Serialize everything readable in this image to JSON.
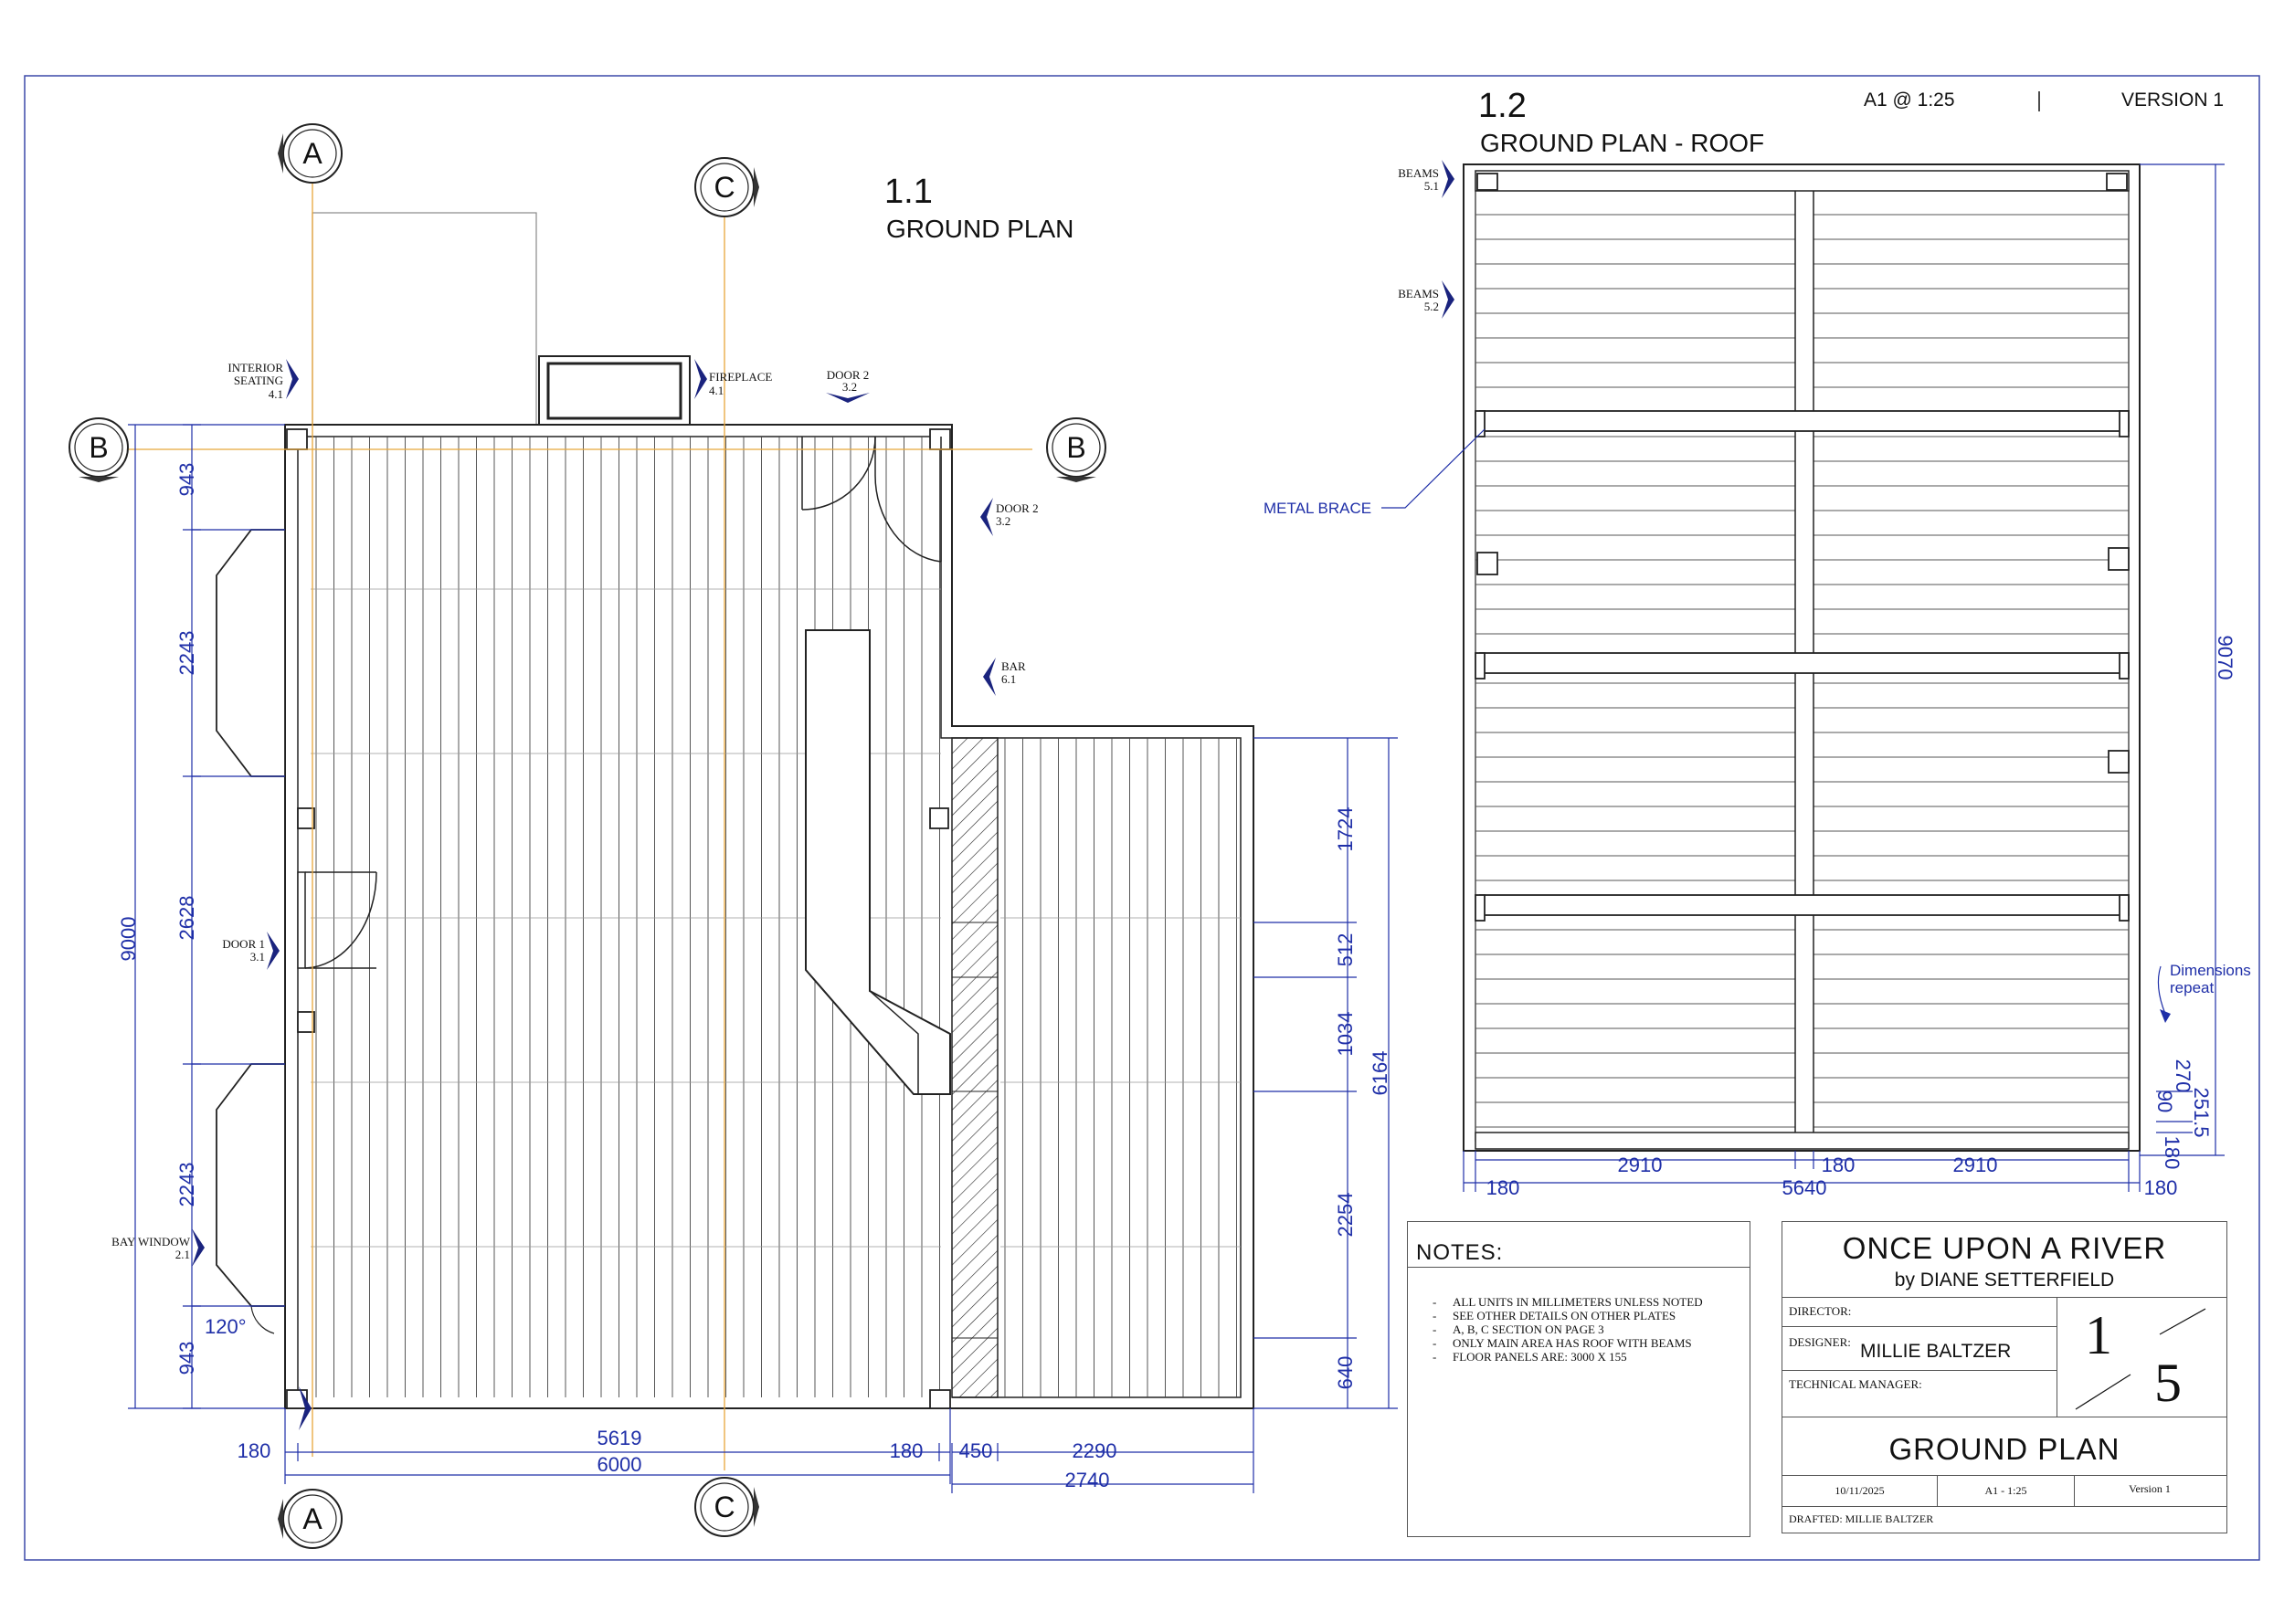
{
  "sheet": {
    "scale": "A1 @ 1:25",
    "version": "VERSION 1"
  },
  "plan_main": {
    "number": "1.1",
    "title": "GROUND PLAN"
  },
  "plan_roof": {
    "number": "1.2",
    "title": "GROUND PLAN - ROOF"
  },
  "markers": {
    "a": "A",
    "b": "B",
    "c": "C"
  },
  "callouts": {
    "interior_seating": [
      "INTERIOR",
      "SEATING",
      "4.1"
    ],
    "fireplace": [
      "FIREPLACE",
      "4.1"
    ],
    "door2_top": [
      "DOOR 2",
      "3.2"
    ],
    "door2_side": [
      "DOOR 2",
      "3.2"
    ],
    "bar": [
      "BAR",
      "6.1"
    ],
    "door1": [
      "DOOR 1",
      "3.1"
    ],
    "bay_window": [
      "BAY WINDOW",
      "2.1"
    ],
    "beams_1": [
      "BEAMS",
      "5.1"
    ],
    "beams_2": [
      "BEAMS",
      "5.2"
    ],
    "metal_brace": "METAL BRACE",
    "dimensions_repeat": [
      "Dimensions",
      "repeat"
    ]
  },
  "dims_main": {
    "left_943_top": "943",
    "left_2243_top": "2243",
    "left_2628": "2628",
    "left_2243_bottom": "2243",
    "left_943_bottom": "943",
    "left_total": "9000",
    "angle": "120°",
    "right_1724": "1724",
    "right_512": "512",
    "right_1034": "1034",
    "right_2254": "2254",
    "right_640": "640",
    "right_total": "6164",
    "bottom_180_left": "180",
    "bottom_5619": "5619",
    "bottom_180_right": "180",
    "bottom_6000": "6000",
    "bottom_450": "450",
    "bottom_2290": "2290",
    "bottom_2740": "2740"
  },
  "dims_roof": {
    "right_total": "9070",
    "small_270": "270",
    "small_251_5": "251.5",
    "small_90": "90",
    "small_180_v": "180",
    "bottom_2910_left": "2910",
    "bottom_180_mid": "180",
    "bottom_2910_right": "2910",
    "bottom_180_left": "180",
    "bottom_5640": "5640",
    "bottom_180_right": "180"
  },
  "notes": {
    "title": "NOTES:",
    "items": [
      "ALL UNITS IN MILLIMETERS UNLESS NOTED",
      "SEE OTHER DETAILS ON OTHER PLATES",
      "A, B, C SECTION ON PAGE 3",
      "ONLY MAIN AREA HAS ROOF WITH BEAMS",
      "FLOOR PANELS ARE: 3000 X 155"
    ]
  },
  "title_block": {
    "production": "ONCE UPON A RIVER",
    "author": "by DIANE SETTERFIELD",
    "director_label": "DIRECTOR:",
    "designer_label": "DESIGNER:",
    "designer_name": "MILLIE BALTZER",
    "tech_label": "TECHNICAL MANAGER:",
    "sheet_no": "1",
    "sheet_total": "5",
    "drawing_title": "GROUND PLAN",
    "date": "10/11/2025",
    "scale": "A1 - 1:25",
    "version": "Version 1",
    "drafted": "DRAFTED: MILLIE BALTZER"
  },
  "colors": {
    "dimension": "#1f2fa8",
    "gridline": "#e8a63a",
    "border": "#3b49a8",
    "line": "#222222"
  }
}
